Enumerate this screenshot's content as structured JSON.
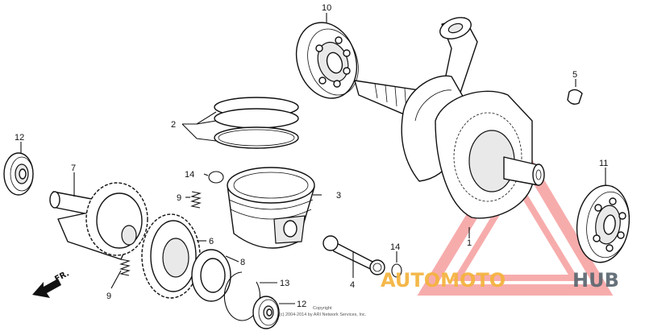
{
  "diagram": {
    "callouts": [
      {
        "id": "crankshaft",
        "label": "1"
      },
      {
        "id": "piston-ring-set",
        "label": "2"
      },
      {
        "id": "piston",
        "label": "3"
      },
      {
        "id": "piston-pin",
        "label": "4"
      },
      {
        "id": "woodruff-key",
        "label": "5"
      },
      {
        "id": "balancer-drive-gear",
        "label": "6"
      },
      {
        "id": "balancer-shaft",
        "label": "7"
      },
      {
        "id": "washer",
        "label": "8"
      },
      {
        "id": "spring-upper",
        "label": "9"
      },
      {
        "id": "spring-lower",
        "label": "9"
      },
      {
        "id": "bearing-top",
        "label": "10"
      },
      {
        "id": "bearing-right",
        "label": "11"
      },
      {
        "id": "bearing-left",
        "label": "12"
      },
      {
        "id": "bearing-bottom",
        "label": "12"
      },
      {
        "id": "snap-ring",
        "label": "13"
      },
      {
        "id": "pin-clip-upper",
        "label": "14"
      },
      {
        "id": "pin-clip-lower",
        "label": "14"
      }
    ],
    "direction_label": "FR.",
    "copyright": {
      "line1": "Copyright",
      "line2": "(c) 2004-2014 by ARI Network Services, Inc."
    }
  },
  "watermark": {
    "word_a": "AUTOMOTO",
    "word_b": "HUB",
    "color_a": "#f4b33c",
    "color_b": "#5b6770",
    "triangle_color": "#f26a6a"
  }
}
